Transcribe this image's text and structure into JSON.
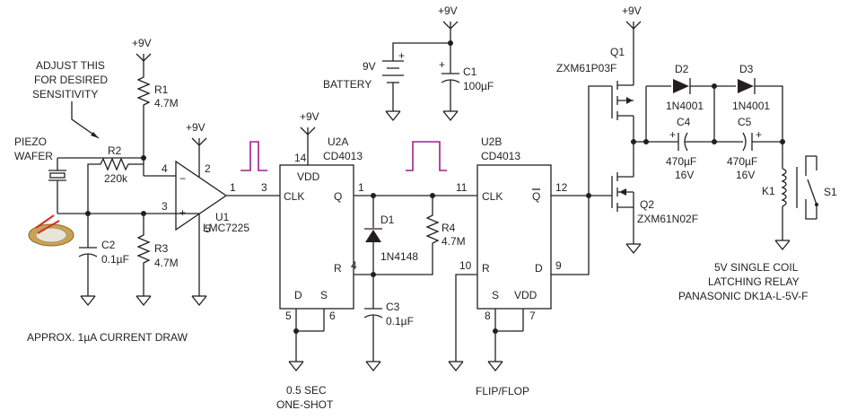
{
  "annotations": {
    "adjust": [
      "ADJUST THIS",
      "FOR DESIRED",
      "SENSITIVITY"
    ],
    "current_draw": "APPROX. 1µA CURRENT DRAW",
    "one_shot": [
      "0.5 SEC",
      "ONE-SHOT"
    ],
    "flip_flop": "FLIP/FLOP",
    "relay_desc": [
      "5V SINGLE COIL",
      "LATCHING RELAY",
      "PANASONIC DK1A-L-5V-F"
    ]
  },
  "supply": {
    "label": "+9V",
    "battery_label": [
      "9V",
      "BATTERY"
    ],
    "plus": "+"
  },
  "piezo": {
    "label": [
      "PIEZO",
      "WAFER"
    ]
  },
  "components": {
    "R1": {
      "ref": "R1",
      "value": "4.7M"
    },
    "R2": {
      "ref": "R2",
      "value": "220k"
    },
    "R3": {
      "ref": "R3",
      "value": "4.7M"
    },
    "R4": {
      "ref": "R4",
      "value": "4.7M"
    },
    "C1": {
      "ref": "C1",
      "value": "100µF"
    },
    "C2": {
      "ref": "C2",
      "value": "0.1µF"
    },
    "C3": {
      "ref": "C3",
      "value": "0.1µF"
    },
    "C4": {
      "ref": "C4",
      "value": "470µF",
      "voltage": "16V"
    },
    "C5": {
      "ref": "C5",
      "value": "470µF",
      "voltage": "16V"
    },
    "D1": {
      "ref": "D1",
      "part": "1N4148"
    },
    "D2": {
      "ref": "D2",
      "part": "1N4001"
    },
    "D3": {
      "ref": "D3",
      "part": "1N4001"
    },
    "U1": {
      "ref": "U1",
      "part": "LMC7225"
    },
    "U2A": {
      "ref": "U2A",
      "part": "CD4013"
    },
    "U2B": {
      "ref": "U2B",
      "part": "CD4013"
    },
    "Q1": {
      "ref": "Q1",
      "part": "ZXM61P03F"
    },
    "Q2": {
      "ref": "Q2",
      "part": "ZXM61N02F"
    },
    "K1": {
      "ref": "K1"
    },
    "S1": {
      "ref": "S1"
    }
  },
  "opamp": {
    "minus": "−",
    "plus": "+"
  },
  "pins": {
    "u1_in_minus": "4",
    "u1_in_plus": "3",
    "u1_vdd": "2",
    "u1_gnd": "5",
    "u1_out": "1",
    "u2a_clk": "3",
    "u2a_vdd": "14",
    "u2a_q": "1",
    "u2a_r": "4",
    "u2a_d": "5",
    "u2a_s": "6",
    "u2b_clk": "11",
    "u2b_qbar": "12",
    "u2b_r": "10",
    "u2b_d": "9",
    "u2b_s": "8",
    "u2b_vdd": "7"
  },
  "u2a_pins": {
    "vdd": "VDD",
    "clk": "CLK",
    "q": "Q",
    "r": "R",
    "d": "D",
    "s": "S"
  },
  "u2b_pins": {
    "clk": "CLK",
    "qbar": "Q",
    "r": "R",
    "d": "D",
    "s": "S",
    "vdd": "VDD"
  },
  "colors": {
    "ink": "#231f20",
    "pulse": "#a0208c",
    "piezo_gold": "#c8a24a",
    "piezo_red": "#d03020"
  }
}
